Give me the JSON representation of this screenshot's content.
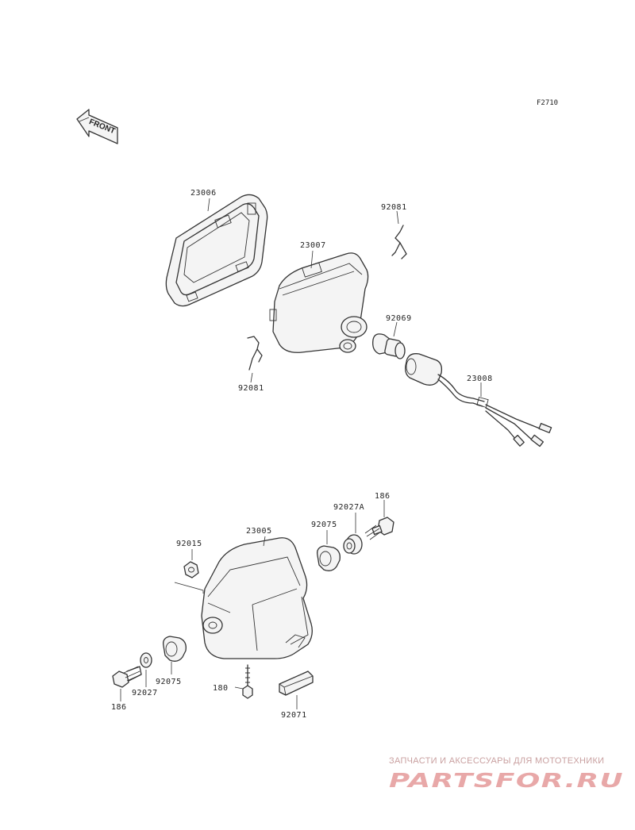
{
  "figure": {
    "code": "F2710"
  },
  "front_marker": {
    "text": "FRONT",
    "icon": "front-arrow-icon"
  },
  "parts": [
    {
      "number": "23006",
      "name": "headlight-rim"
    },
    {
      "number": "23007",
      "name": "headlight-unit"
    },
    {
      "number": "92081",
      "name": "spring-clip-top"
    },
    {
      "number": "92081",
      "name": "spring-clip-bottom"
    },
    {
      "number": "92069",
      "name": "bulb"
    },
    {
      "number": "23008",
      "name": "socket-harness"
    },
    {
      "number": "23005",
      "name": "headlight-case"
    },
    {
      "number": "92015",
      "name": "nut"
    },
    {
      "number": "92075",
      "name": "grommet-right"
    },
    {
      "number": "92027A",
      "name": "collar"
    },
    {
      "number": "186",
      "name": "bolt-right"
    },
    {
      "number": "92075",
      "name": "grommet-left"
    },
    {
      "number": "92027",
      "name": "washer"
    },
    {
      "number": "186",
      "name": "bolt-left"
    },
    {
      "number": "180",
      "name": "adjust-screw"
    },
    {
      "number": "92071",
      "name": "pad"
    }
  ],
  "watermark": {
    "tagline": "ЗАПЧАСТИ И АКСЕССУАРЫ ДЛЯ МОТОТЕХНИКИ",
    "logo": "PARTSFOR.RU"
  }
}
